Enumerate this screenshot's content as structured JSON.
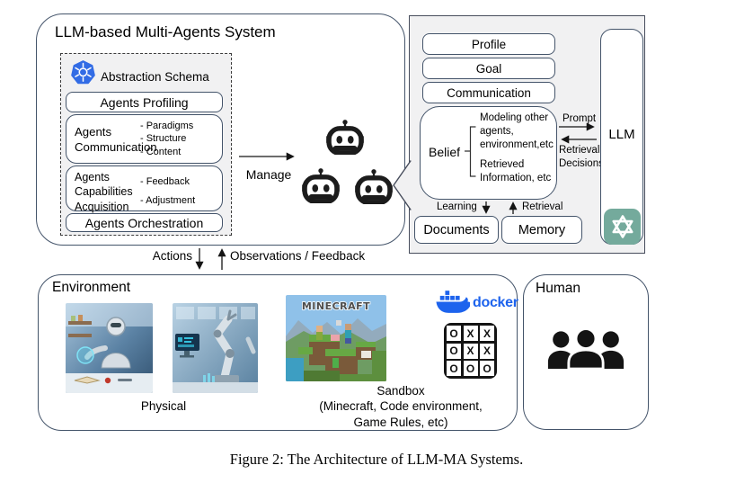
{
  "left_panel": {
    "title": "LLM-based Multi-Agents System",
    "schema": {
      "title": "Abstraction Schema",
      "profiling_label": "Agents Profiling",
      "communication_label": "Agents\nCommunication",
      "communication_details": [
        "- Paradigms",
        "- Structure",
        "- Content"
      ],
      "capabilities_label": "Agents\nCapabilities\nAcquisition",
      "capabilities_details": [
        "- Feedback",
        "- Adjustment"
      ],
      "orchestration_label": "Agents Orchestration"
    },
    "manage_label": "Manage"
  },
  "agent_panel": {
    "profile_label": "Profile",
    "goal_label": "Goal",
    "communication_label": "Communication",
    "belief": {
      "label": "Belief",
      "modeling_item": "Modeling other\nagents,\nenvironment,etc",
      "retrieved_item": "Retrieved\nInformation, etc"
    },
    "prompt_label": "Prompt",
    "retrieval_decisions_label": "Retrieval\nDecisions",
    "llm_label": "LLM",
    "learning_label": "Learning",
    "retrieval_label": "Retrieval",
    "documents_label": "Documents",
    "memory_label": "Memory"
  },
  "flow": {
    "actions_label": "Actions",
    "observations_label": "Observations / Feedback"
  },
  "environment": {
    "title": "Environment",
    "physical_label": "Physical",
    "minecraft_logo": "MINECRAFT",
    "docker_label": "docker",
    "tictactoe": [
      [
        "O",
        "X",
        "X"
      ],
      [
        "O",
        "X",
        "X"
      ],
      [
        "O",
        "O",
        "O"
      ]
    ],
    "sandbox_label": "Sandbox\n(Minecraft, Code environment,\nGame Rules, etc)"
  },
  "human": {
    "title": "Human"
  },
  "caption": "Figure 2: The Architecture of LLM-MA Systems.",
  "colors": {
    "box_border": "#44546a",
    "panel_fill": "#f1f1f2",
    "kubernetes_blue": "#326ce5",
    "openai_teal": "#74aa9c",
    "docker_blue": "#1d63ed",
    "icon_black": "#1c1c1c"
  }
}
